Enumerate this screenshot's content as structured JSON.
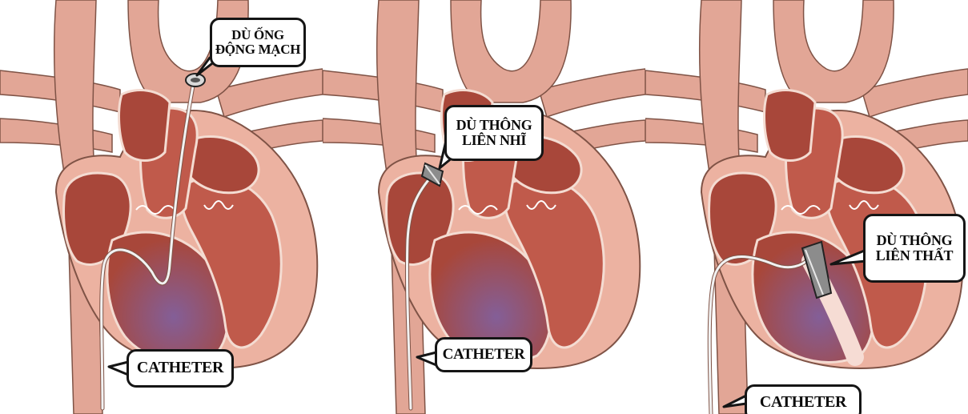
{
  "colors": {
    "vessel": "#e2a696",
    "vessel_dark": "#c98678",
    "outline": "#7f5346",
    "heart_wall": "#ecb2a1",
    "chamber": "#a8473a",
    "chamber_light": "#c05a4b",
    "ventricle_blood": "#7e5a97",
    "catheter": "#f2f2f2",
    "device": "#8c8c8c"
  },
  "panels": [
    {
      "name": "ductus",
      "callout": [
        "DÙ ỐNG",
        "ĐỘNG MẠCH"
      ],
      "catheter_label": "CATHETER",
      "device_icon": "duct-occluder-icon"
    },
    {
      "name": "atrial",
      "callout": [
        "DÙ THÔNG",
        "LIÊN NHĨ"
      ],
      "catheter_label": "CATHETER",
      "device_icon": "atrial-occluder-icon"
    },
    {
      "name": "ventricular",
      "callout": [
        "DÙ THÔNG",
        "LIÊN THẤT"
      ],
      "catheter_label": "CATHETER",
      "device_icon": "ventricular-occluder-icon"
    }
  ]
}
